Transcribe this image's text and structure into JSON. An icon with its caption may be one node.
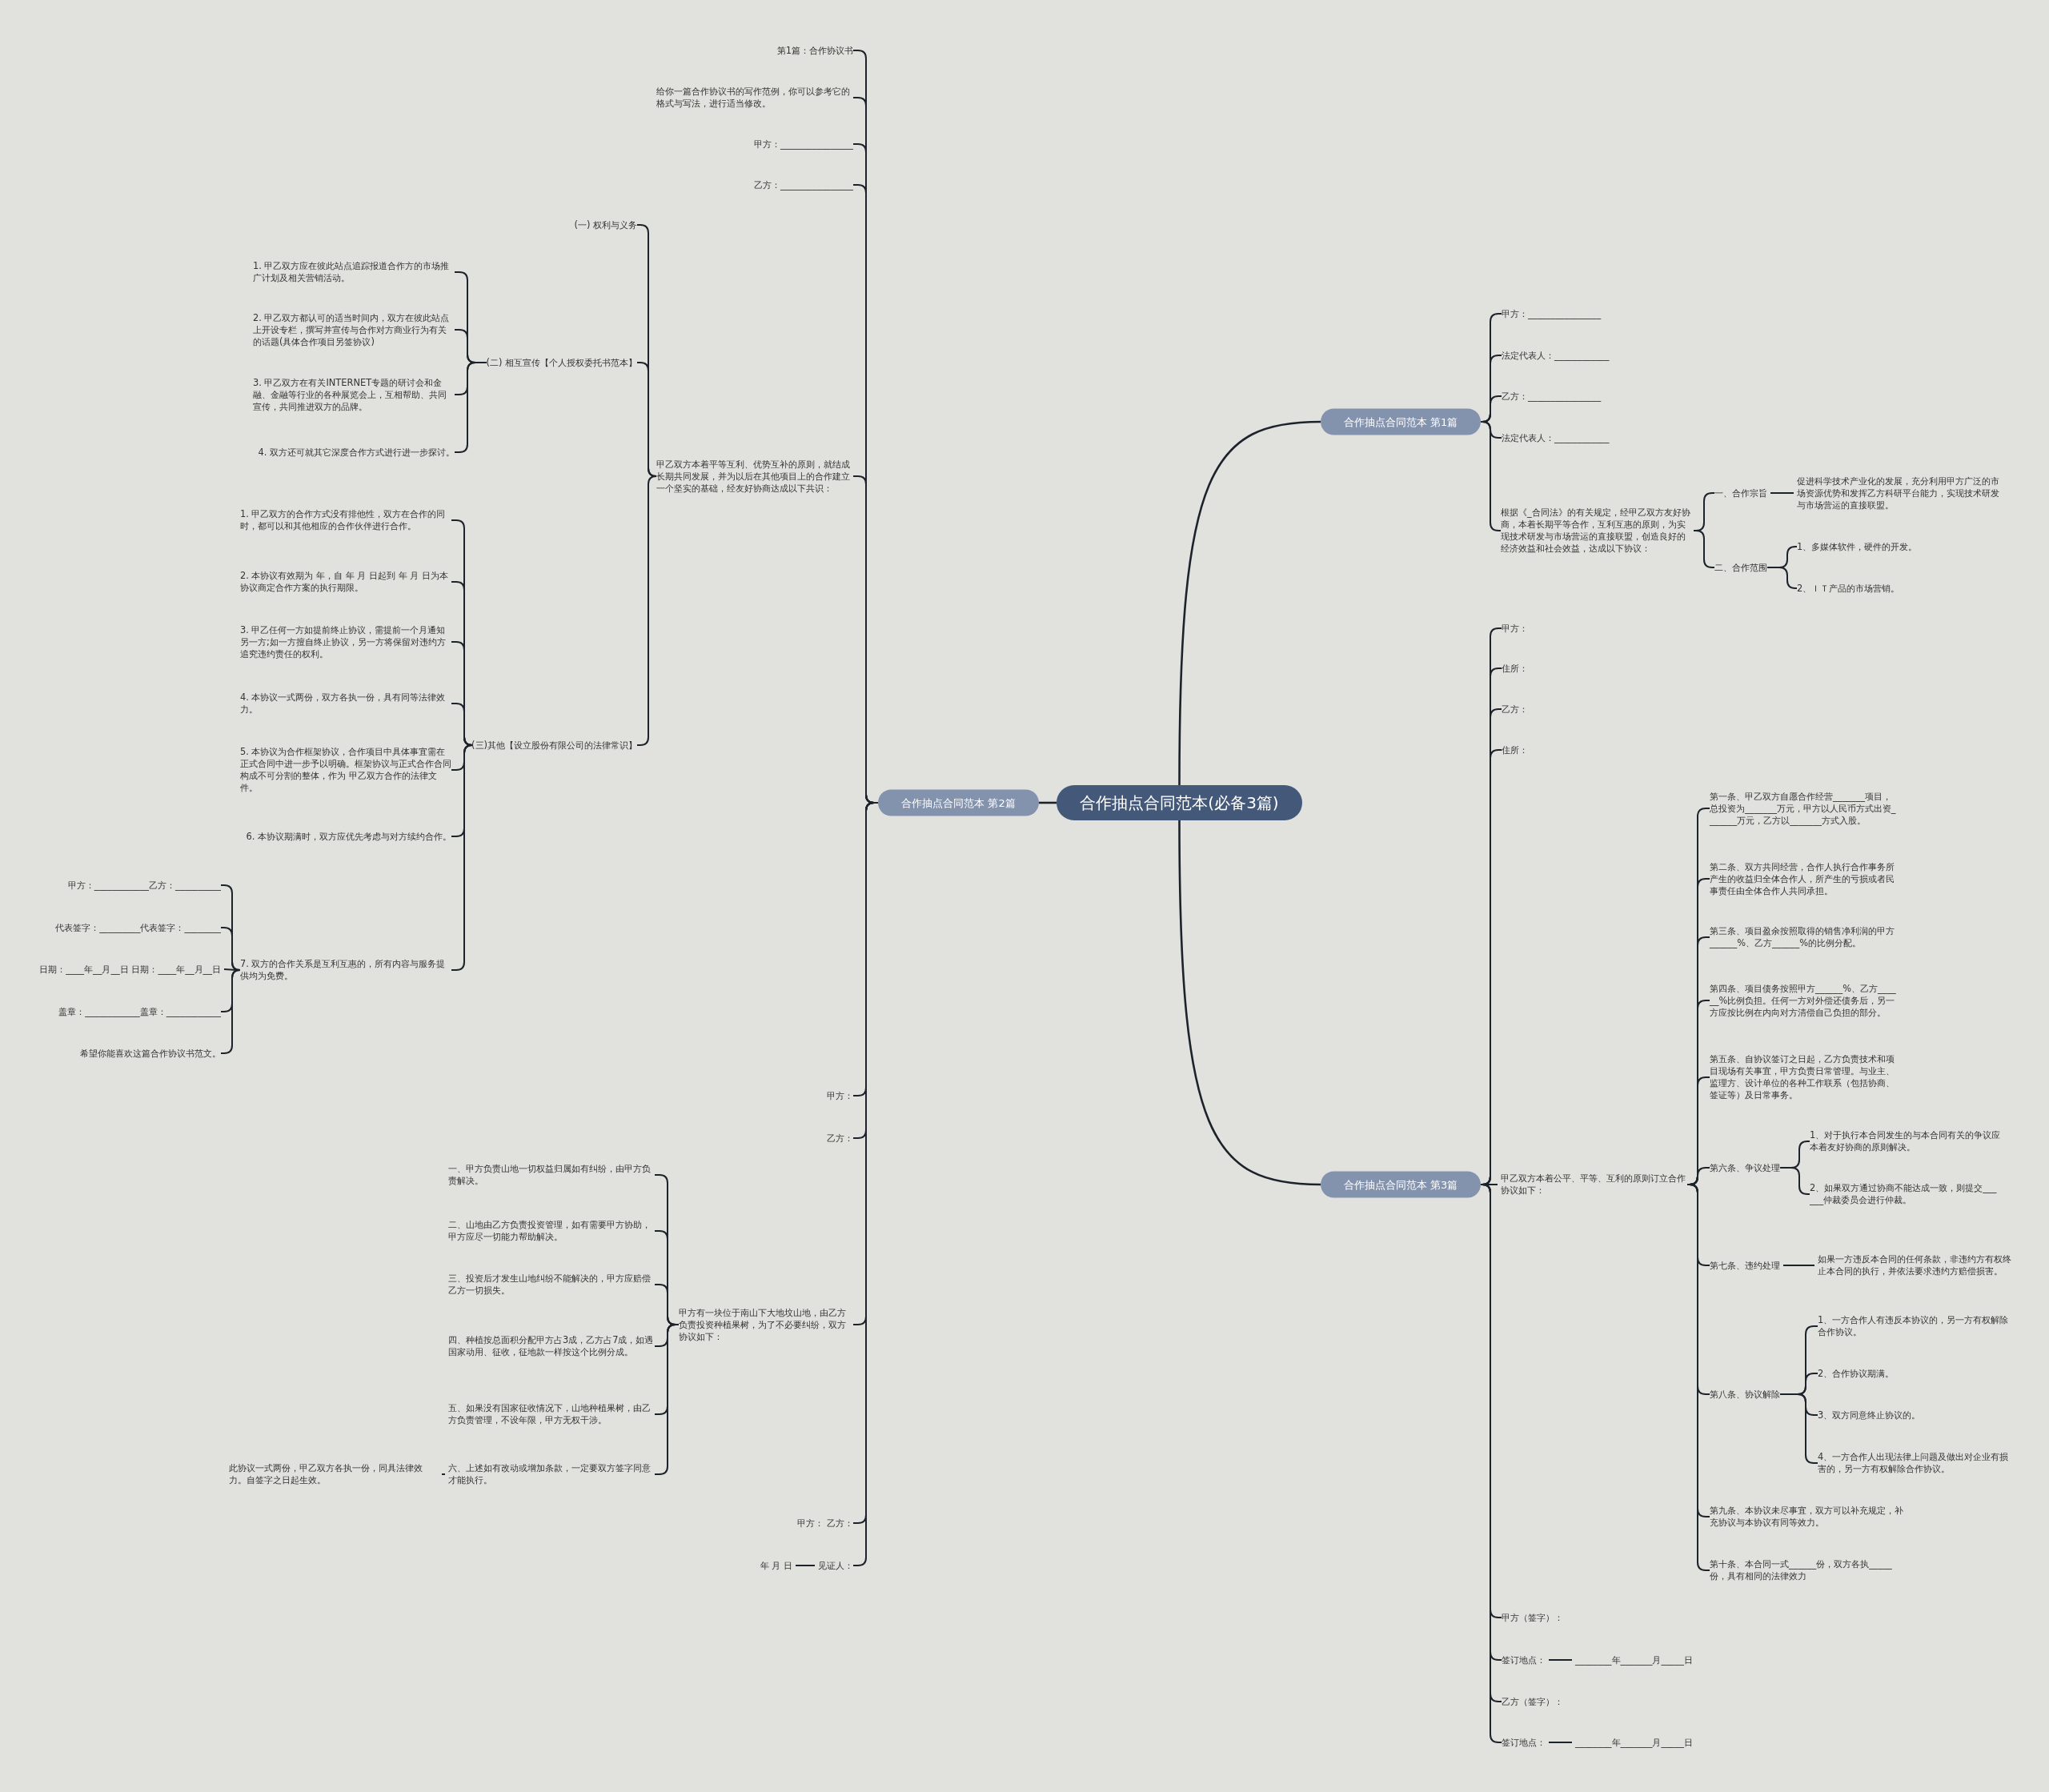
{
  "diagram": {
    "nodes": [
      {
        "text": [
          "合作抽点合同范本(必备3篇)"
        ]
      },
      {
        "text": [
          "合作抽点合同范本 第1篇"
        ]
      },
      {
        "text": [
          "合作抽点合同范本 第2篇"
        ]
      },
      {
        "text": [
          "合作抽点合同范本 第3篇"
        ]
      },
      {
        "text": [
          "甲方：________________"
        ]
      },
      {
        "text": [
          "法定代表人：____________"
        ]
      },
      {
        "text": [
          "乙方：________________"
        ]
      },
      {
        "text": [
          "法定代表人：____________"
        ]
      },
      {
        "text": [
          "根据《_合同法》的有关规定，经甲乙双方友好协商，本着长期平等合作，互利互惠的原则，为实现技术研发与市场营运的直接联盟，创造良好的经济效益和社会效益，达成以下协议："
        ]
      },
      {
        "text": [
          "一、合作宗旨"
        ]
      },
      {
        "text": [
          "促进科学技术产业化的发展，充分利用甲方广泛的市场资源优势和发挥乙方科研平台能力，实现技术研发与市场营运的直接联盟。"
        ]
      },
      {
        "text": [
          "二、合作范围"
        ]
      },
      {
        "text": [
          "1、多媒体软件，硬件的开发。"
        ]
      },
      {
        "text": [
          "2、ＩＴ产品的市场营销。"
        ]
      },
      {
        "text": [
          "甲方："
        ]
      },
      {
        "text": [
          "住所："
        ]
      },
      {
        "text": [
          "乙方："
        ]
      },
      {
        "text": [
          "住所："
        ]
      },
      {
        "text": [
          "甲乙双方本着公平、平等、互利的原则订立合作协议如下："
        ]
      },
      {
        "text": [
          "第一条、甲乙双方自愿合作经营_______项目，总投资为_______万元，甲方以人民币方式出资_______万元，乙方以_______方式入股。"
        ]
      },
      {
        "text": [
          "第二条、双方共同经营，合作人执行合作事务所产生的收益归全体合作人，所产生的亏损或者民事责任由全体合作人共同承担。"
        ]
      },
      {
        "text": [
          "第三条、项目盈余按照取得的销售净利润的甲方______%、乙方______%的比例分配。"
        ]
      },
      {
        "text": [
          "第四条、项目债务按照甲方______%、乙方______%比例负担。任何一方对外偿还债务后，另一方应按比例在内向对方清偿自己负担的部分。"
        ]
      },
      {
        "text": [
          "第五条、自协议签订之日起，乙方负责技术和项目现场有关事宜，甲方负责日常管理。与业主、监理方、设计单位的各种工作联系（包括协商、签证等）及日常事务。"
        ]
      },
      {
        "text": [
          "第六条、争议处理"
        ]
      },
      {
        "text": [
          "1、对于执行本合同发生的与本合同有关的争议应本着友好协商的原则解决。"
        ]
      },
      {
        "text": [
          "2、如果双方通过协商不能达成一致，则提交______仲裁委员会进行仲裁。"
        ]
      },
      {
        "text": [
          "第七条、违约处理"
        ]
      },
      {
        "text": [
          "如果一方违反本合同的任何条款，非违约方有权终止本合同的执行，并依法要求违约方赔偿损害。"
        ]
      },
      {
        "text": [
          "第八条、协议解除"
        ]
      },
      {
        "text": [
          "1、一方合作人有违反本协议的，另一方有权解除合作协议。"
        ]
      },
      {
        "text": [
          "2、合作协议期满。"
        ]
      },
      {
        "text": [
          "3、双方同意终止协议的。"
        ]
      },
      {
        "text": [
          "4、一方合作人出现法律上问题及做出对企业有损害的，另一方有权解除合作协议。"
        ]
      },
      {
        "text": [
          "第九条、本协议未尽事宜，双方可以补充规定，补充协议与本协议有同等效力。"
        ]
      },
      {
        "text": [
          "第十条、本合同一式______份，双方各执_____份，具有相同的法律效力"
        ]
      },
      {
        "text": [
          "甲方（签字）："
        ]
      },
      {
        "text": [
          "签订地点："
        ]
      },
      {
        "text": [
          "________年_______月_____日"
        ]
      },
      {
        "text": [
          "乙方（签字）："
        ]
      },
      {
        "text": [
          "签订地点："
        ]
      },
      {
        "text": [
          "________年_______月_____日"
        ]
      },
      {
        "text": [
          "第1篇：合作协议书"
        ]
      },
      {
        "text": [
          "给你一篇合作协议书的写作范例，你可以参考它的格式与写法，进行适当修改。"
        ]
      },
      {
        "text": [
          "甲方：________________"
        ]
      },
      {
        "text": [
          "乙方：________________"
        ]
      },
      {
        "text": [
          "甲乙双方本着平等互利、优势互补的原则，就结成长期共同发展，并为以后在其他项目上的合作建立一个坚实的基础，经友好协商达成以下共识："
        ]
      },
      {
        "text": [
          "(一) 权利与义务"
        ]
      },
      {
        "text": [
          "(二) 相互宣传【个人授权委托书范本】"
        ]
      },
      {
        "text": [
          "1. 甲乙双方应在彼此站点追踪报道合作方的市场推广计划及相关营销活动。"
        ]
      },
      {
        "text": [
          "2. 甲乙双方都认可的适当时间内，双方在彼此站点上开设专栏，撰写并宣传与合作对方商业行为有关的话题(具体合作项目另签协议)"
        ]
      },
      {
        "text": [
          "3. 甲乙双方在有关INTERNET专题的研讨会和金融、金融等行业的各种展览会上，互相帮助、共同宣传，共同推进双方的品牌。"
        ]
      },
      {
        "text": [
          "4. 双方还可就其它深度合作方式进行进一步探讨。"
        ]
      },
      {
        "text": [
          "(三)其他【设立股份有限公司的法律常识】"
        ]
      },
      {
        "text": [
          "1. 甲乙双方的合作方式没有排他性，双方在合作的同时，都可以和其他相应的合作伙伴进行合作。"
        ]
      },
      {
        "text": [
          "2. 本协议有效期为 年，自 年 月 日起到 年 月 日为本协议商定合作方案的执行期限。"
        ]
      },
      {
        "text": [
          "3. 甲乙任何一方如提前终止协议，需提前一个月通知另一方;如一方擅自终止协议，另一方将保留对违约方追究违约责任的权利。"
        ]
      },
      {
        "text": [
          "4. 本协议一式两份，双方各执一份，具有同等法律效力。"
        ]
      },
      {
        "text": [
          "5. 本协议为合作框架协议，合作项目中具体事宜需在正式合同中进一步予以明确。框架协议与正式合作合同构成不可分割的整体，作为 甲乙双方合作的法律文件。"
        ]
      },
      {
        "text": [
          "6. 本协议期满时，双方应优先考虑与对方续约合作。"
        ]
      },
      {
        "text": [
          "7. 双方的合作关系是互利互惠的，所有内容与服务提供均为免费。"
        ]
      },
      {
        "text": [
          "甲方：____________乙方：__________"
        ]
      },
      {
        "text": [
          "代表签字：_________代表签字：________"
        ]
      },
      {
        "text": [
          "日期：____年__月__日 日期：____年__月__日"
        ]
      },
      {
        "text": [
          "盖章：____________盖章：____________"
        ]
      },
      {
        "text": [
          "希望你能喜欢这篇合作协议书范文。"
        ]
      },
      {
        "text": [
          "甲方："
        ]
      },
      {
        "text": [
          "乙方："
        ]
      },
      {
        "text": [
          "甲方有一块位于南山下大地坟山地，由乙方负责投资种植果树，为了不必要纠纷，双方协议如下："
        ]
      },
      {
        "text": [
          "一、甲方负责山地一切权益归属如有纠纷，由甲方负责解决。"
        ]
      },
      {
        "text": [
          "二、山地由乙方负责投资管理，如有需要甲方协助，甲方应尽一切能力帮助解决。"
        ]
      },
      {
        "text": [
          "三、投资后才发生山地纠纷不能解决的，甲方应赔偿乙方一切损失。"
        ]
      },
      {
        "text": [
          "四、种植按总面积分配甲方占3成，乙方占7成，如遇国家动用、征收，征地款一样按这个比例分成。"
        ]
      },
      {
        "text": [
          "五、如果没有国家征收情况下，山地种植果树，由乙方负责管理，不设年限，甲方无权干涉。"
        ]
      },
      {
        "text": [
          "六、上述如有改动或增加条款，一定要双方签字同意才能执行。"
        ]
      },
      {
        "text": [
          "此协议一式两份，甲乙双方各执一份，同具法律效力。自签字之日起生效。"
        ]
      },
      {
        "text": [
          "甲方： 乙方："
        ]
      },
      {
        "text": [
          "见证人："
        ]
      },
      {
        "text": [
          "年 月 日"
        ]
      }
    ],
    "edges": [
      {
        "from": 0,
        "to": 1,
        "arrow": "none"
      },
      {
        "from": 0,
        "to": 2,
        "arrow": "none"
      },
      {
        "from": 0,
        "to": 3,
        "arrow": "none"
      },
      {
        "from": 1,
        "to": 4,
        "arrow": "none"
      },
      {
        "from": 1,
        "to": 5,
        "arrow": "none"
      },
      {
        "from": 1,
        "to": 6,
        "arrow": "none"
      },
      {
        "from": 1,
        "to": 7,
        "arrow": "none"
      },
      {
        "from": 1,
        "to": 8,
        "arrow": "none"
      },
      {
        "from": 8,
        "to": 9,
        "arrow": "none"
      },
      {
        "from": 9,
        "to": 10,
        "arrow": "none"
      },
      {
        "from": 8,
        "to": 11,
        "arrow": "none"
      },
      {
        "from": 11,
        "to": 12,
        "arrow": "none"
      },
      {
        "from": 11,
        "to": 13,
        "arrow": "none"
      },
      {
        "from": 3,
        "to": 14,
        "arrow": "none"
      },
      {
        "from": 3,
        "to": 15,
        "arrow": "none"
      },
      {
        "from": 3,
        "to": 16,
        "arrow": "none"
      },
      {
        "from": 3,
        "to": 17,
        "arrow": "none"
      },
      {
        "from": 3,
        "to": 18,
        "arrow": "none"
      },
      {
        "from": 18,
        "to": 19,
        "arrow": "none"
      },
      {
        "from": 18,
        "to": 20,
        "arrow": "none"
      },
      {
        "from": 18,
        "to": 21,
        "arrow": "none"
      },
      {
        "from": 18,
        "to": 22,
        "arrow": "none"
      },
      {
        "from": 18,
        "to": 23,
        "arrow": "none"
      },
      {
        "from": 18,
        "to": 24,
        "arrow": "none"
      },
      {
        "from": 24,
        "to": 25,
        "arrow": "none"
      },
      {
        "from": 24,
        "to": 26,
        "arrow": "none"
      },
      {
        "from": 18,
        "to": 27,
        "arrow": "none"
      },
      {
        "from": 27,
        "to": 28,
        "arrow": "none"
      },
      {
        "from": 18,
        "to": 29,
        "arrow": "none"
      },
      {
        "from": 29,
        "to": 30,
        "arrow": "none"
      },
      {
        "from": 29,
        "to": 31,
        "arrow": "none"
      },
      {
        "from": 29,
        "to": 32,
        "arrow": "none"
      },
      {
        "from": 29,
        "to": 33,
        "arrow": "none"
      },
      {
        "from": 18,
        "to": 34,
        "arrow": "none"
      },
      {
        "from": 18,
        "to": 35,
        "arrow": "none"
      },
      {
        "from": 3,
        "to": 36,
        "arrow": "none"
      },
      {
        "from": 3,
        "to": 37,
        "arrow": "none"
      },
      {
        "from": 37,
        "to": 38,
        "arrow": "none"
      },
      {
        "from": 3,
        "to": 39,
        "arrow": "none"
      },
      {
        "from": 3,
        "to": 40,
        "arrow": "none"
      },
      {
        "from": 40,
        "to": 41,
        "arrow": "none"
      },
      {
        "from": 2,
        "to": 42,
        "arrow": "none"
      },
      {
        "from": 2,
        "to": 43,
        "arrow": "none"
      },
      {
        "from": 2,
        "to": 44,
        "arrow": "none"
      },
      {
        "from": 2,
        "to": 45,
        "arrow": "none"
      },
      {
        "from": 2,
        "to": 46,
        "arrow": "none"
      },
      {
        "from": 46,
        "to": 47,
        "arrow": "none"
      },
      {
        "from": 46,
        "to": 48,
        "arrow": "none"
      },
      {
        "from": 48,
        "to": 49,
        "arrow": "none"
      },
      {
        "from": 48,
        "to": 50,
        "arrow": "none"
      },
      {
        "from": 48,
        "to": 51,
        "arrow": "none"
      },
      {
        "from": 48,
        "to": 52,
        "arrow": "none"
      },
      {
        "from": 46,
        "to": 53,
        "arrow": "none"
      },
      {
        "from": 53,
        "to": 54,
        "arrow": "none"
      },
      {
        "from": 53,
        "to": 55,
        "arrow": "none"
      },
      {
        "from": 53,
        "to": 56,
        "arrow": "none"
      },
      {
        "from": 53,
        "to": 57,
        "arrow": "none"
      },
      {
        "from": 53,
        "to": 58,
        "arrow": "none"
      },
      {
        "from": 53,
        "to": 59,
        "arrow": "none"
      },
      {
        "from": 53,
        "to": 60,
        "arrow": "none"
      },
      {
        "from": 60,
        "to": 61,
        "arrow": "none"
      },
      {
        "from": 60,
        "to": 62,
        "arrow": "none"
      },
      {
        "from": 60,
        "to": 63,
        "arrow": "none"
      },
      {
        "from": 60,
        "to": 64,
        "arrow": "none"
      },
      {
        "from": 60,
        "to": 65,
        "arrow": "none"
      },
      {
        "from": 2,
        "to": 66,
        "arrow": "none"
      },
      {
        "from": 2,
        "to": 67,
        "arrow": "none"
      },
      {
        "from": 2,
        "to": 68,
        "arrow": "none"
      },
      {
        "from": 68,
        "to": 69,
        "arrow": "none"
      },
      {
        "from": 68,
        "to": 70,
        "arrow": "none"
      },
      {
        "from": 68,
        "to": 71,
        "arrow": "none"
      },
      {
        "from": 68,
        "to": 72,
        "arrow": "none"
      },
      {
        "from": 68,
        "to": 73,
        "arrow": "none"
      },
      {
        "from": 68,
        "to": 74,
        "arrow": "none"
      },
      {
        "from": 74,
        "to": 75,
        "arrow": "none"
      },
      {
        "from": 2,
        "to": 76,
        "arrow": "none"
      },
      {
        "from": 2,
        "to": 77,
        "arrow": "none"
      },
      {
        "from": 77,
        "to": 78,
        "arrow": "none"
      }
    ]
  }
}
